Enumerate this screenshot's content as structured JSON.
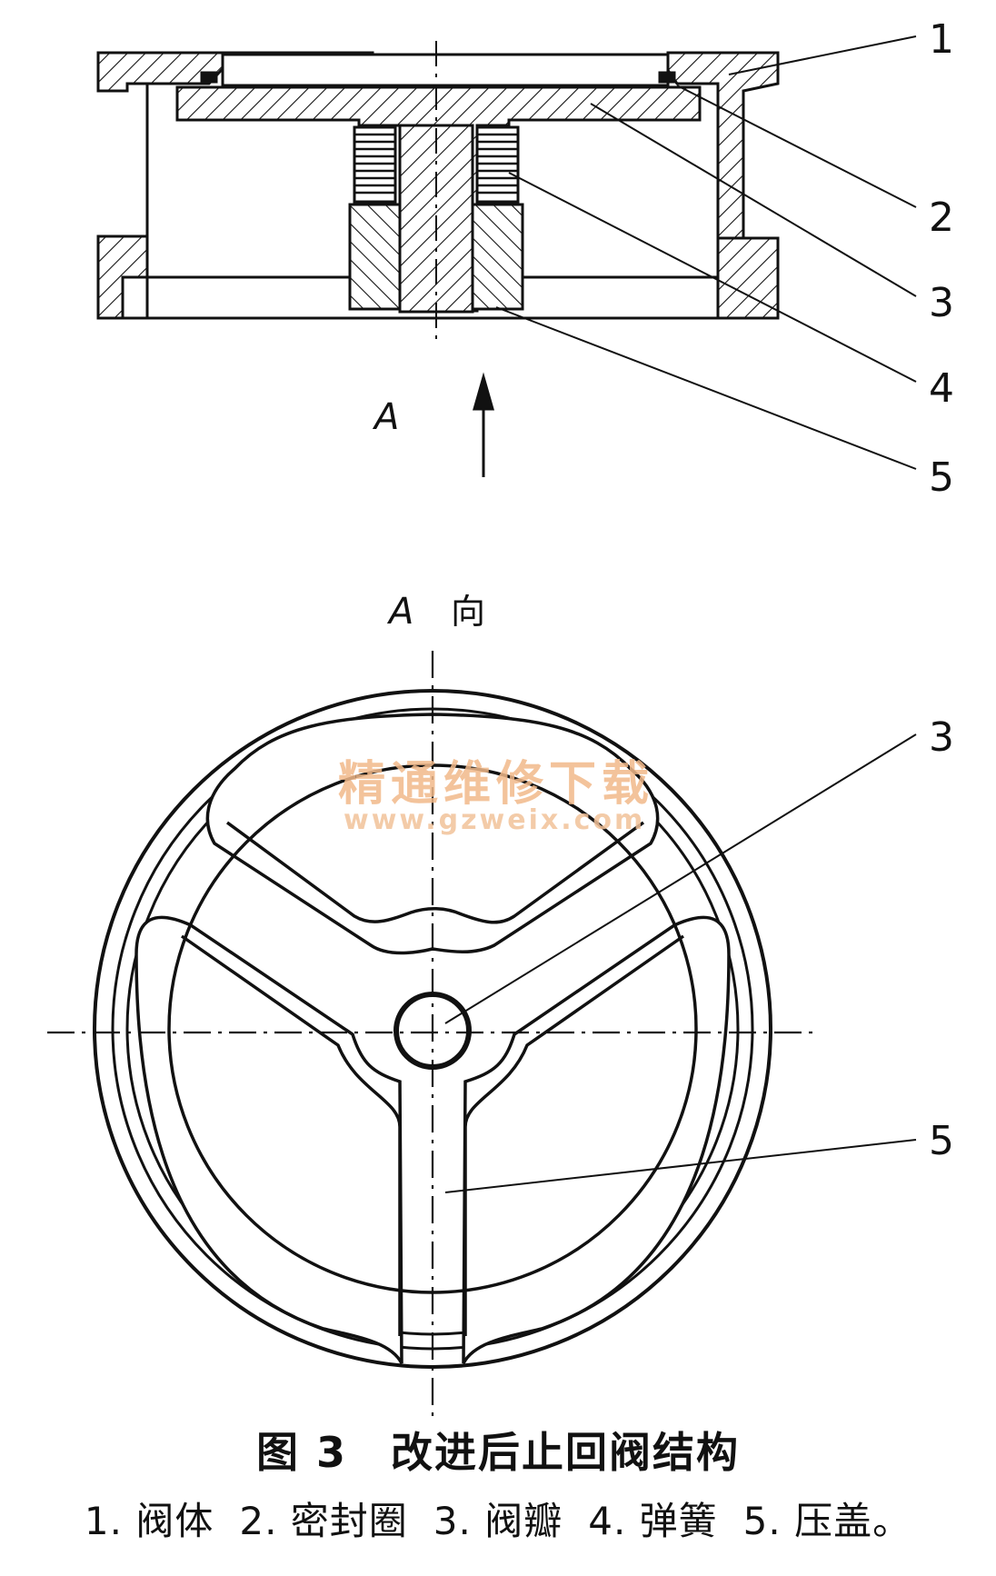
{
  "section_view": {
    "part_numbers": [
      "1",
      "2",
      "3",
      "4",
      "5"
    ],
    "view_letter": "A"
  },
  "bottom_view": {
    "view_title_letter": "A",
    "view_title_word": "向",
    "part_numbers": [
      "3",
      "5"
    ]
  },
  "watermark": {
    "text": "精通维修下载",
    "url": "www.gzweix.com"
  },
  "caption": {
    "title": "图 3　改进后止回阀结构",
    "legend": [
      "1. 阀体",
      "2. 密封圈",
      "3. 阀瓣",
      "4. 弹簧",
      "5. 压盖。"
    ]
  }
}
